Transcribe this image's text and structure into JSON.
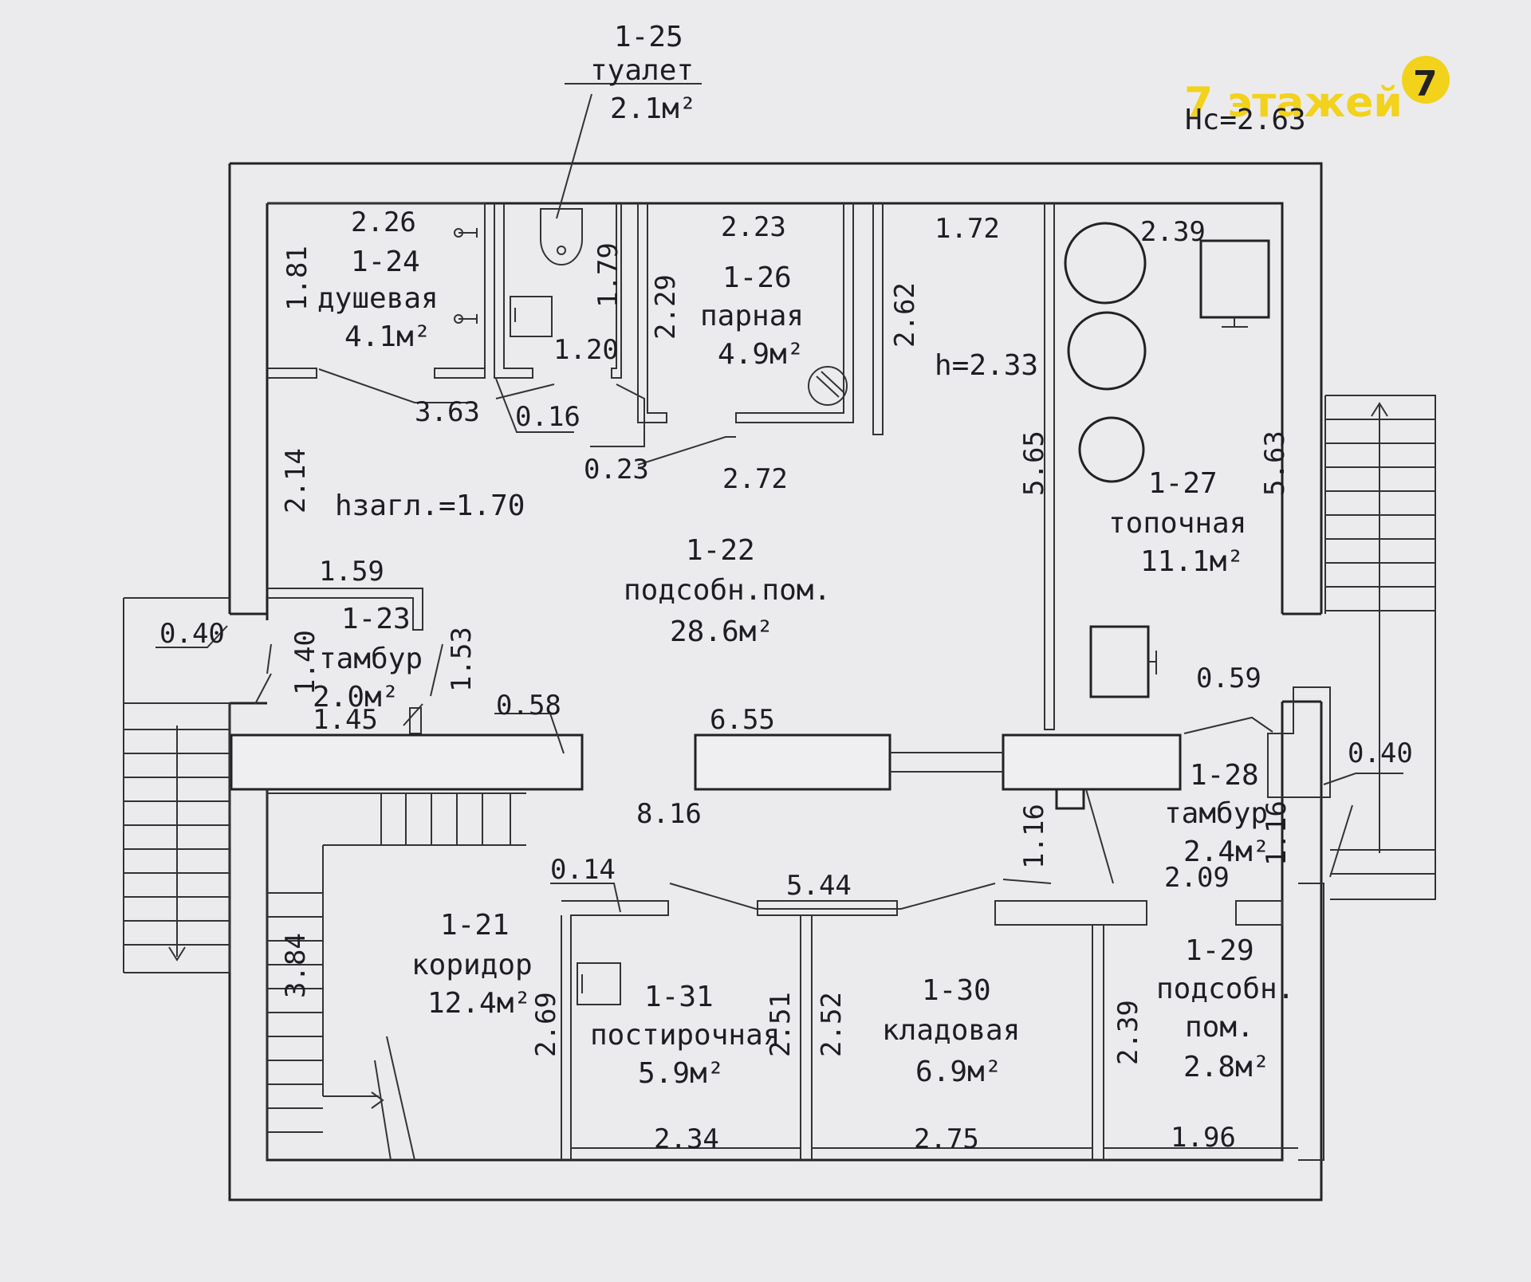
{
  "watermark": {
    "text": "7 этажей",
    "badge": "7",
    "color": "#f2d21b"
  },
  "ceiling_height": "Hc=2.63",
  "rooms": {
    "r1_25": {
      "num": "1-25",
      "name": "туалет",
      "area": "2.1м²"
    },
    "r1_24": {
      "num": "1-24",
      "name": "душевая",
      "area": "4.1м²"
    },
    "r1_26": {
      "num": "1-26",
      "name": "парная",
      "area": "4.9м²"
    },
    "r1_22": {
      "num": "1-22",
      "name": "подсобн.пом.",
      "area": "28.6м²"
    },
    "r1_27": {
      "num": "1-27",
      "name": "топочная",
      "area": "11.1м²"
    },
    "r1_23": {
      "num": "1-23",
      "name": "тамбур",
      "area": "2.0м²"
    },
    "r1_28": {
      "num": "1-28",
      "name": "тамбур",
      "area": "2.4м²"
    },
    "r1_21": {
      "num": "1-21",
      "name": "коридор",
      "area": "12.4м²"
    },
    "r1_31": {
      "num": "1-31",
      "name": "постирочная",
      "area": "5.9м²"
    },
    "r1_30": {
      "num": "1-30",
      "name": "кладовая",
      "area": "6.9м²"
    },
    "r1_29": {
      "num": "1-29",
      "name1": "подсобн.",
      "name2": "пом.",
      "area": "2.8м²"
    }
  },
  "heights": {
    "h_main": "h=2.33",
    "h_recess": "hзагл.=1.70"
  },
  "dims": {
    "d226": "2.26",
    "d181": "1.81",
    "d179": "1.79",
    "d120": "1.20",
    "d223": "2.23",
    "d229": "2.29",
    "d262": "2.62",
    "d172": "1.72",
    "d239a": "2.39",
    "d363": "3.63",
    "d016": "0.16",
    "d023": "0.23",
    "d272": "2.72",
    "d214": "2.14",
    "d565": "5.65",
    "d563": "5.63",
    "d159": "1.59",
    "d040a": "0.40",
    "d140": "1.40",
    "d153": "1.53",
    "d145": "1.45",
    "d058": "0.58",
    "d655": "6.55",
    "d059": "0.59",
    "d040b": "0.40",
    "d816": "8.16",
    "d116a": "1.16",
    "d116b": "1.16",
    "d014": "0.14",
    "d544": "5.44",
    "d209": "2.09",
    "d384": "3.84",
    "d269": "2.69",
    "d251": "2.51",
    "d252": "2.52",
    "d239b": "2.39",
    "d234": "2.34",
    "d275": "2.75",
    "d196": "1.96"
  }
}
